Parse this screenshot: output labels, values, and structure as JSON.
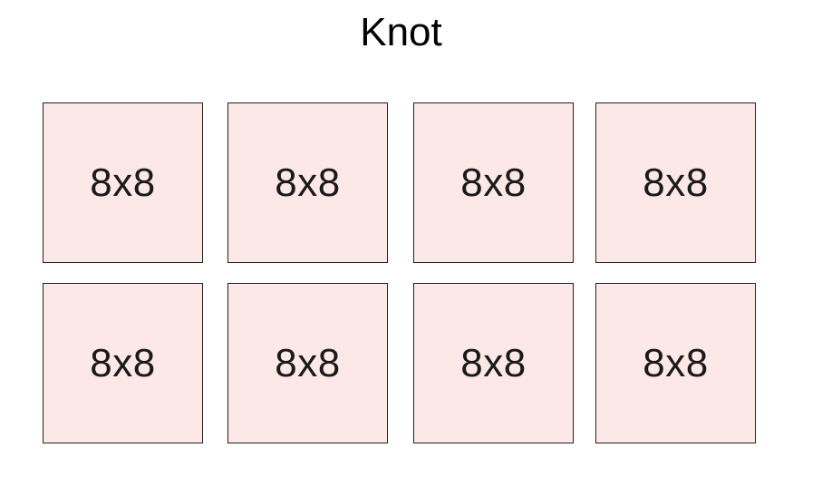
{
  "title": "Knot",
  "colors": {
    "block_fill": "#fce8e6",
    "block_border": "#222222",
    "text": "#000000"
  },
  "blocks": [
    {
      "label": "8x8"
    },
    {
      "label": "8x8"
    },
    {
      "label": "8x8"
    },
    {
      "label": "8x8"
    },
    {
      "label": "8x8"
    },
    {
      "label": "8x8"
    },
    {
      "label": "8x8"
    },
    {
      "label": "8x8"
    }
  ]
}
